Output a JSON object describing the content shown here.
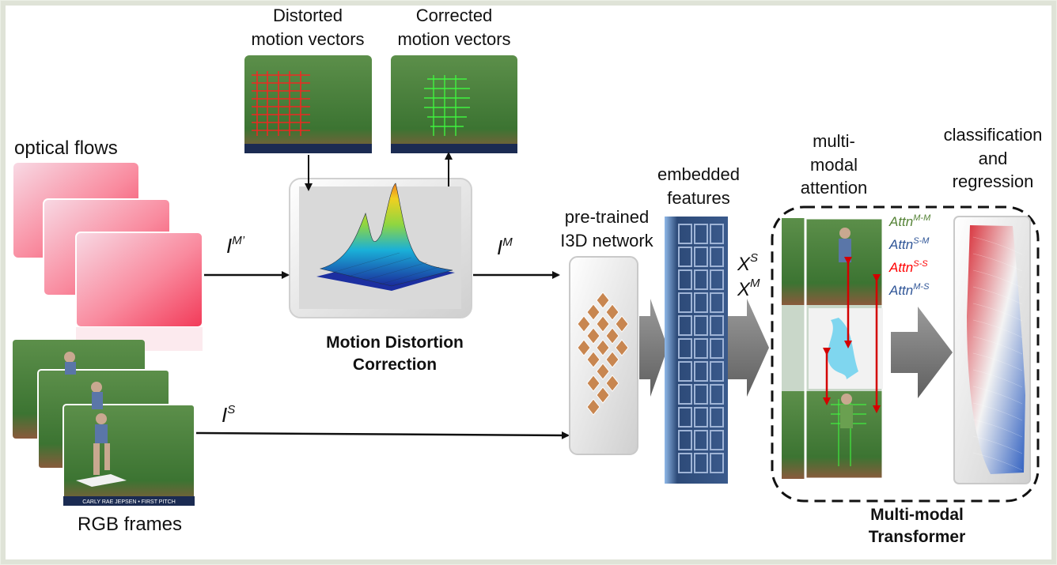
{
  "labels": {
    "distorted_motion_vectors": "Distorted\nmotion vectors",
    "corrected_motion_vectors": "Corrected\nmotion vectors",
    "optical_flows": "optical flows",
    "rgb_frames": "RGB frames",
    "motion_distortion_correction": "Motion Distortion\nCorrection",
    "pretrained_i3d": "pre-trained\nI3D network",
    "embedded_features": "embedded\nfeatures",
    "multimodal_attention": "multi-\nmodal\nattention",
    "classification_regression": "classification\nand\nregression",
    "multimodal_transformer": "Multi-modal\nTransformer"
  },
  "symbols": {
    "i_m_prime": {
      "base": "I",
      "sup": "M’"
    },
    "i_m": {
      "base": "I",
      "sup": "M"
    },
    "i_s": {
      "base": "I",
      "sup": "S"
    },
    "x_s": {
      "base": "X",
      "sup": "S"
    },
    "x_m": {
      "base": "X",
      "sup": "M"
    }
  },
  "attention": [
    {
      "base": "Attn",
      "sup": "M-M",
      "color": "#548235"
    },
    {
      "base": "Attn",
      "sup": "S-M",
      "color": "#2f5597"
    },
    {
      "base": "Attn",
      "sup": "S-S",
      "color": "#ff0000"
    },
    {
      "base": "Attn",
      "sup": "M-S",
      "color": "#2f5597"
    }
  ],
  "frame_caption": "CARLY RAE JEPSEN • FIRST PITCH",
  "colors": {
    "background": "#ecefe6",
    "optical_flow": "#f5506e",
    "field_green": "#3f7d35",
    "motion_red": "#ff0000",
    "motion_green": "#33ff33",
    "feature_blue": "#2d4a78",
    "i3d_orange": "#c88650",
    "arrow_gray": "#7f7f7f"
  },
  "icons": {
    "surface_plot": "3d-gaussian-surface-icon",
    "i3d": "i3d-network-icon",
    "output": "classification-surface-icon"
  }
}
